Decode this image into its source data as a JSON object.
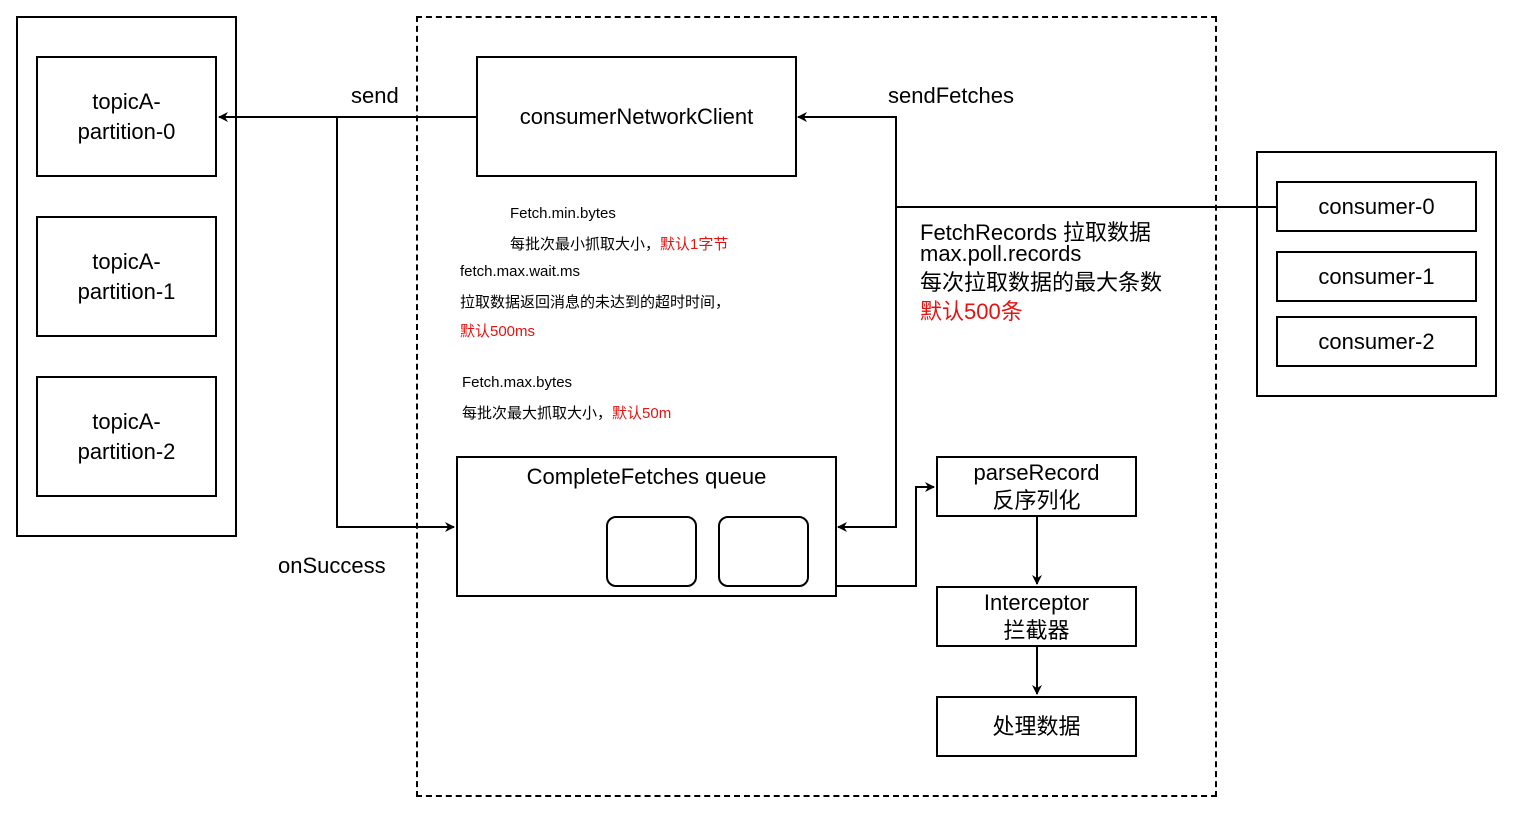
{
  "partitions": [
    "topicA-\npartition-0",
    "topicA-\npartition-1",
    "topicA-\npartition-2"
  ],
  "client": "consumerNetworkClient",
  "queue": "CompleteFetches queue",
  "consumers": [
    "consumer-0",
    "consumer-1",
    "consumer-2"
  ],
  "pipeline": {
    "parse": "parseRecord\n反序列化",
    "interceptor": "Interceptor\n拦截器",
    "handle": "处理数据"
  },
  "edges": {
    "send": "send",
    "send_fetches": "sendFetches",
    "on_success": "onSuccess"
  },
  "fetch_records": {
    "line1": "FetchRecords 拉取数据",
    "line2": "max.poll.records",
    "line3": "每次拉取数据的最大条数",
    "line4": "默认500条"
  },
  "config_notes": {
    "min_bytes_name": "Fetch.min.bytes",
    "min_bytes_desc": "每批次最小抓取大小，",
    "min_bytes_default": "默认1字节",
    "wait_name": "fetch.max.wait.ms",
    "wait_desc": "拉取数据返回消息的未达到的超时时间，",
    "wait_default": "默认500ms",
    "max_bytes_name": "Fetch.max.bytes",
    "max_bytes_desc": "每批次最大抓取大小，",
    "max_bytes_default": "默认50m"
  },
  "colors": {
    "line": "#000000",
    "highlight": "#e5120f"
  }
}
